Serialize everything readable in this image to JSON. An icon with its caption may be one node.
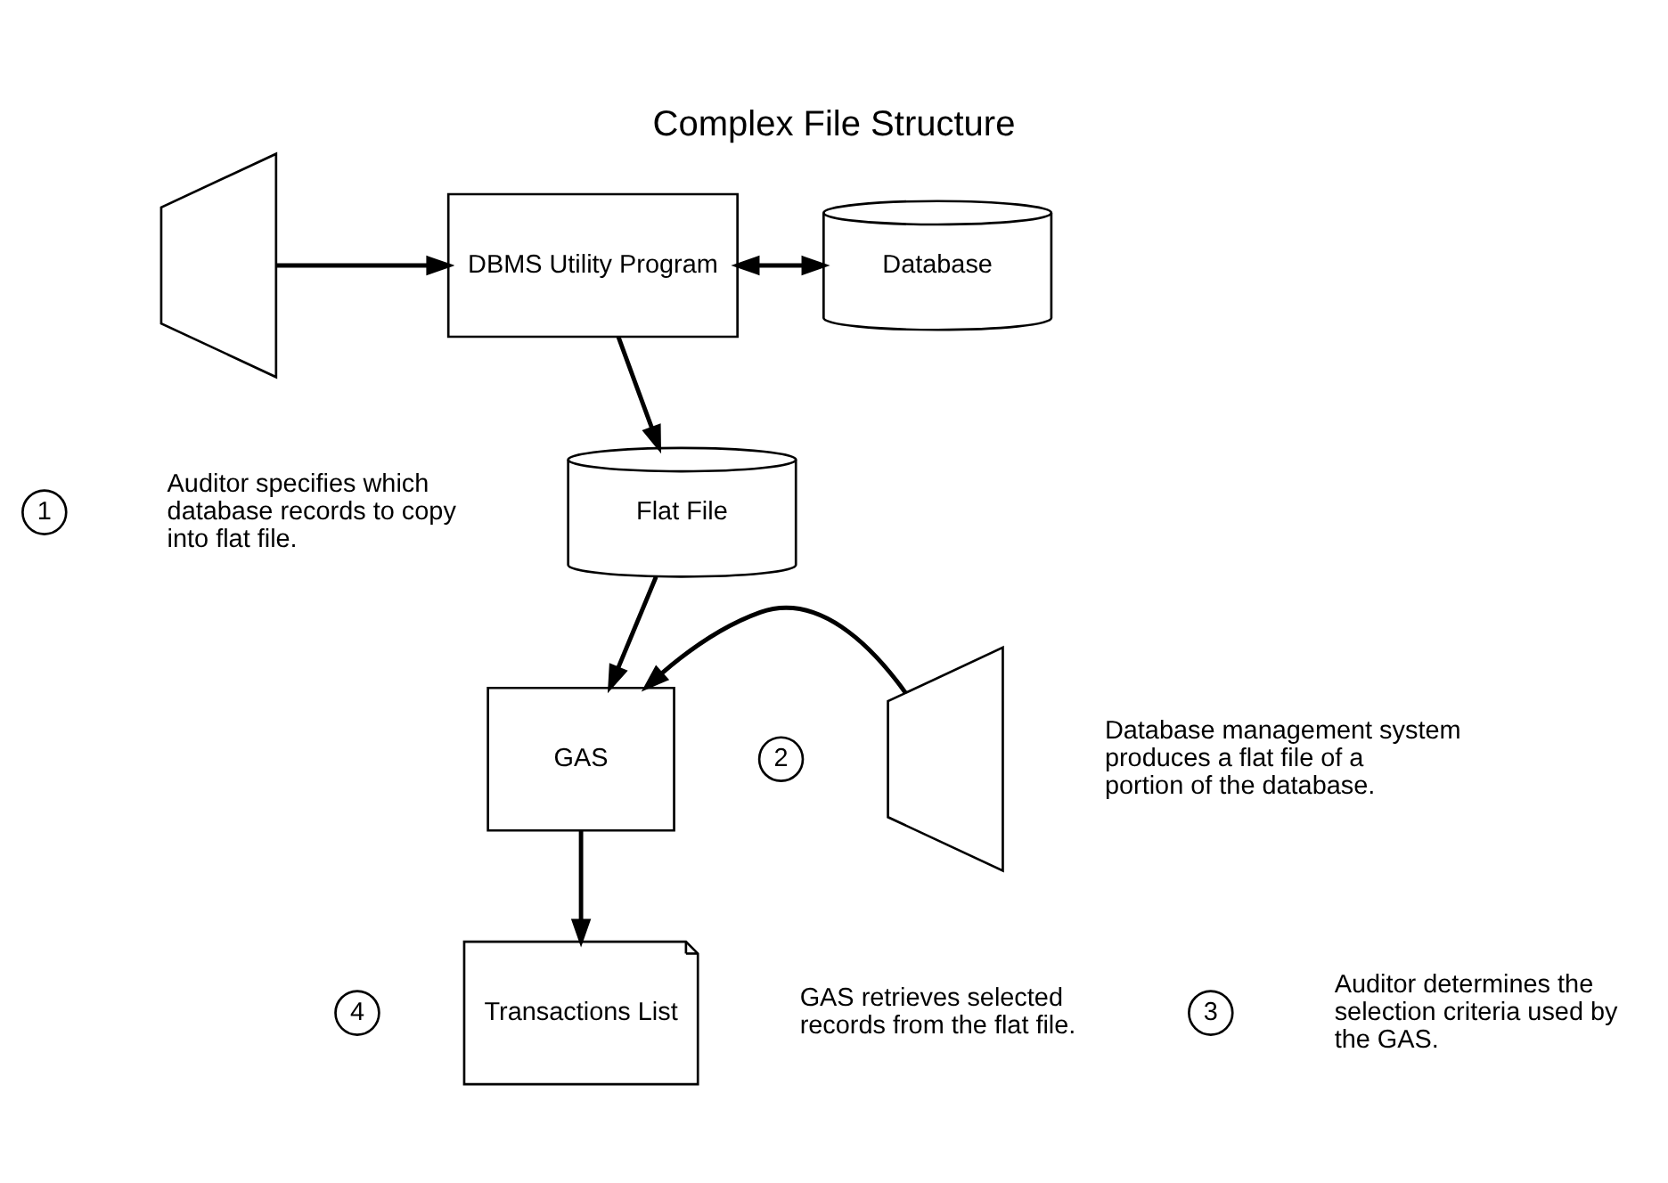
{
  "diagram": {
    "title": "Complex File Structure",
    "nodes": [
      {
        "text": [],
        "shape": "trapezoid"
      },
      {
        "text": [
          "DBMS Utility Program"
        ]
      },
      {
        "text": [
          "Database"
        ]
      },
      {
        "text": [
          "Flat File"
        ]
      },
      {
        "text": [],
        "shape": "trapezoid"
      },
      {
        "text": [
          "GAS"
        ]
      },
      {
        "text": [
          "Transactions List"
        ]
      }
    ],
    "edges": [
      {
        "from": 0,
        "to": 1,
        "arrow": "to"
      },
      {
        "from": 1,
        "to": 2,
        "arrow": "both"
      },
      {
        "from": 1,
        "to": 3,
        "arrow": "to"
      },
      {
        "from": 3,
        "to": 5,
        "arrow": "to"
      },
      {
        "from": 4,
        "to": 5,
        "arrow": "to"
      },
      {
        "from": 5,
        "to": 6,
        "arrow": "to"
      }
    ],
    "labels": [
      "1",
      "Auditor specifies which database records to copy into flat file.",
      "2",
      "Database management system produces a flat file of a portion of the database.",
      "4",
      "GAS retrieves selected records from the flat file.",
      "3",
      "Auditor determines the selection criteria used by the GAS."
    ]
  }
}
